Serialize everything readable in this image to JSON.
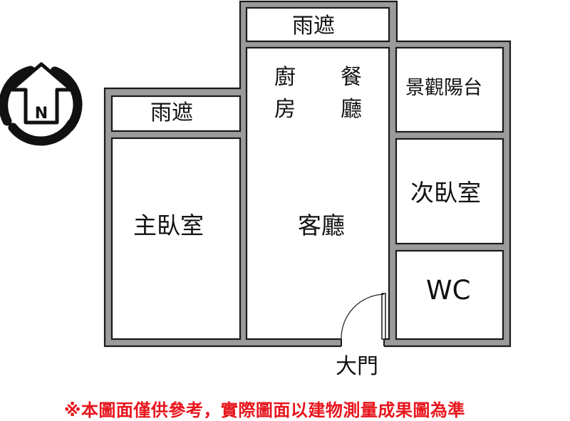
{
  "compass": {
    "letter": "N",
    "icon": "north-arrow-icon"
  },
  "rooms": {
    "balcony_top": "雨遮",
    "balcony_left": "雨遮",
    "kitchen_1": "廚",
    "kitchen_2": "房",
    "dining_1": "餐",
    "dining_2": "廳",
    "view_balcony": "景觀陽台",
    "bedroom_2": "次臥室",
    "master_bedroom": "主臥室",
    "living_room": "客廳",
    "wc": "WC"
  },
  "main_door": "大門",
  "disclaimer": "※本圖面僅供參考，實際圖面以建物測量成果圖為準",
  "colors": {
    "wall": "#9b9b9b",
    "outline": "#1a1a1a",
    "disclaimer": "#e8141c"
  }
}
